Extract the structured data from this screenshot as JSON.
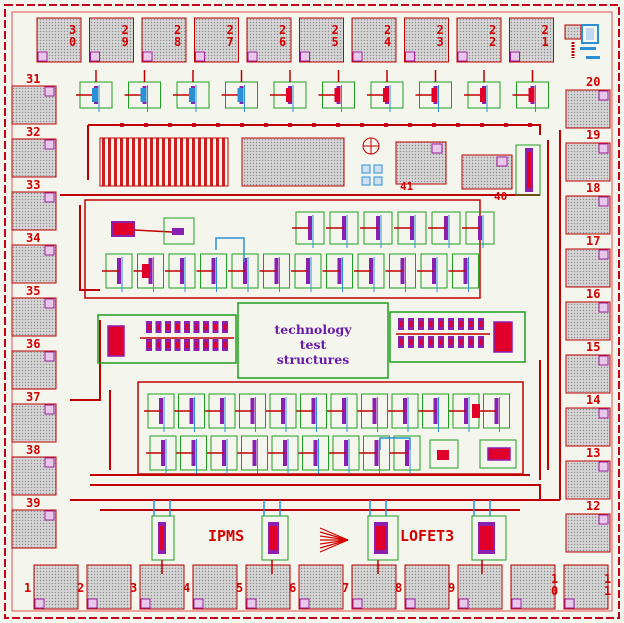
{
  "colors": {
    "background": "#f4f6ee",
    "pad_fill": "#cfcfcf",
    "metal": "#cc0000",
    "active": "#1e9e1e",
    "poly": "#8a1fb0",
    "implant": "#e0002a",
    "contact": "#2b8fd6"
  },
  "chip": {
    "center_text": [
      "technology",
      "test",
      "structures"
    ],
    "logo_left": "IPMS",
    "logo_right": "LOFET3",
    "pads": {
      "top": [
        [
          "3",
          "0"
        ],
        [
          "2",
          "9"
        ],
        [
          "2",
          "8"
        ],
        [
          "2",
          "7"
        ],
        [
          "2",
          "6"
        ],
        [
          "2",
          "5"
        ],
        [
          "2",
          "4"
        ],
        [
          "2",
          "3"
        ],
        [
          "2",
          "2"
        ],
        [
          "2",
          "1"
        ]
      ],
      "left": [
        "31",
        "32",
        "33",
        "34",
        "35",
        "36",
        "37",
        "38",
        "39"
      ],
      "right": [
        "20",
        "19",
        "18",
        "17",
        "16",
        "15",
        "14",
        "13",
        "12"
      ],
      "bottom": [
        [
          "1"
        ],
        [
          "2"
        ],
        [
          "3"
        ],
        [
          "4"
        ],
        [
          "5"
        ],
        [
          "6"
        ],
        [
          "7"
        ],
        [
          "8"
        ],
        [
          "9"
        ],
        [
          "1",
          "0"
        ],
        [
          "1",
          "1"
        ]
      ]
    },
    "inner_labels": [
      "41",
      "40"
    ]
  }
}
